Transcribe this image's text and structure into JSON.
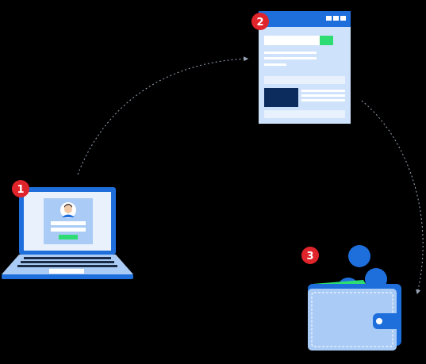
{
  "steps": [
    {
      "number": "1",
      "icon": "laptop-login-icon"
    },
    {
      "number": "2",
      "icon": "web-form-icon"
    },
    {
      "number": "3",
      "icon": "wallet-coins-icon"
    }
  ],
  "colors": {
    "background": "#000000",
    "badge": "#e0242b",
    "primary_blue": "#1e6fdc",
    "light_blue": "#a9cbf5",
    "pale_blue": "#cfe2fb",
    "navy": "#0c2c5e",
    "green": "#2ddc72",
    "arrow": "#9aa6b8"
  }
}
